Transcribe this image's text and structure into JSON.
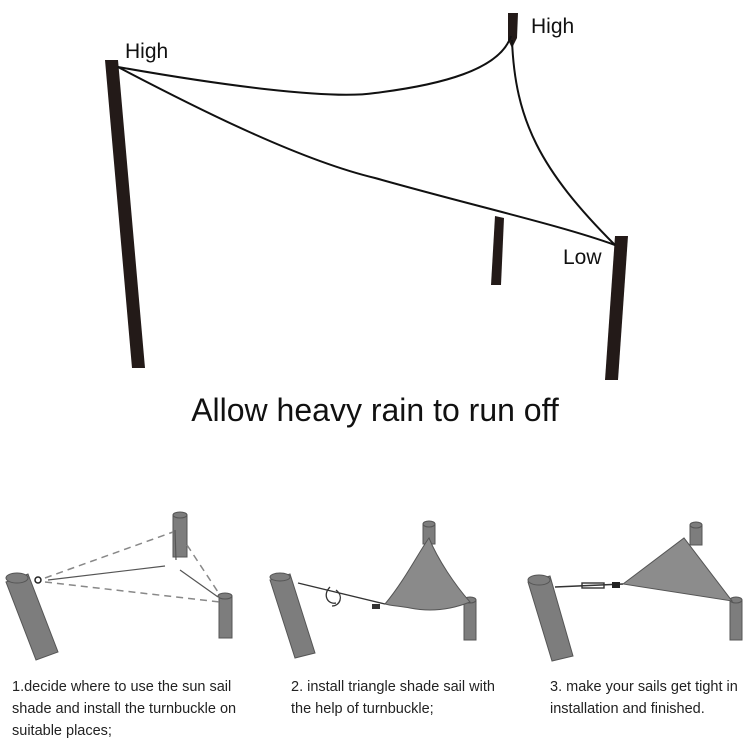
{
  "diagram": {
    "labels": {
      "left_post": "High",
      "top_right_post": "High",
      "right_post": "Low"
    },
    "caption": "Allow heavy rain to run off",
    "colors": {
      "post": "#231a18",
      "line": "#111111",
      "step_fill": "#808080"
    }
  },
  "steps": [
    {
      "text": "1.decide where to use the sun sail shade and install the turnbuckle on suitable places;"
    },
    {
      "text": "2. install triangle shade sail with the help of turnbuckle;"
    },
    {
      "text": "3. make your sails get tight in installation and finished."
    }
  ]
}
